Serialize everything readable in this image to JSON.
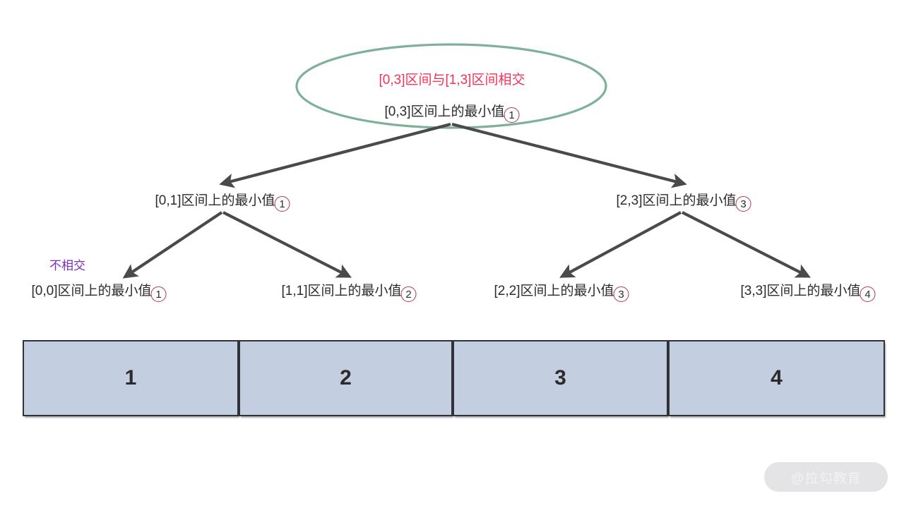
{
  "diagram": {
    "title_note": "Segment tree interval query illustration",
    "colors": {
      "ellipse_stroke": "#7fb09a",
      "highlight_text": "#f4325a",
      "annotation_text": "#7b2fbe",
      "node_text": "#2b2b2b",
      "circle_stroke": "#b5344f",
      "arrow": "#4a4a4a",
      "cell_fill": "#c3cee0",
      "cell_border": "#2f3338"
    },
    "root": {
      "highlight": "[0,3]区间与[1,3]区间相交",
      "label": "[0,3]区间上的最小值",
      "value": "1"
    },
    "level1": [
      {
        "label": "[0,1]区间上的最小值",
        "value": "1"
      },
      {
        "label": "[2,3]区间上的最小值",
        "value": "3"
      }
    ],
    "level2": [
      {
        "label": "[0,0]区间上的最小值",
        "value": "1"
      },
      {
        "label": "[1,1]区间上的最小值",
        "value": "2"
      },
      {
        "label": "[2,2]区间上的最小值",
        "value": "3"
      },
      {
        "label": "[3,3]区间上的最小值",
        "value": "4"
      }
    ],
    "annotation": "不相交",
    "array": {
      "cells": [
        "1",
        "2",
        "3",
        "4"
      ]
    },
    "watermark": "@拉勾教育"
  }
}
